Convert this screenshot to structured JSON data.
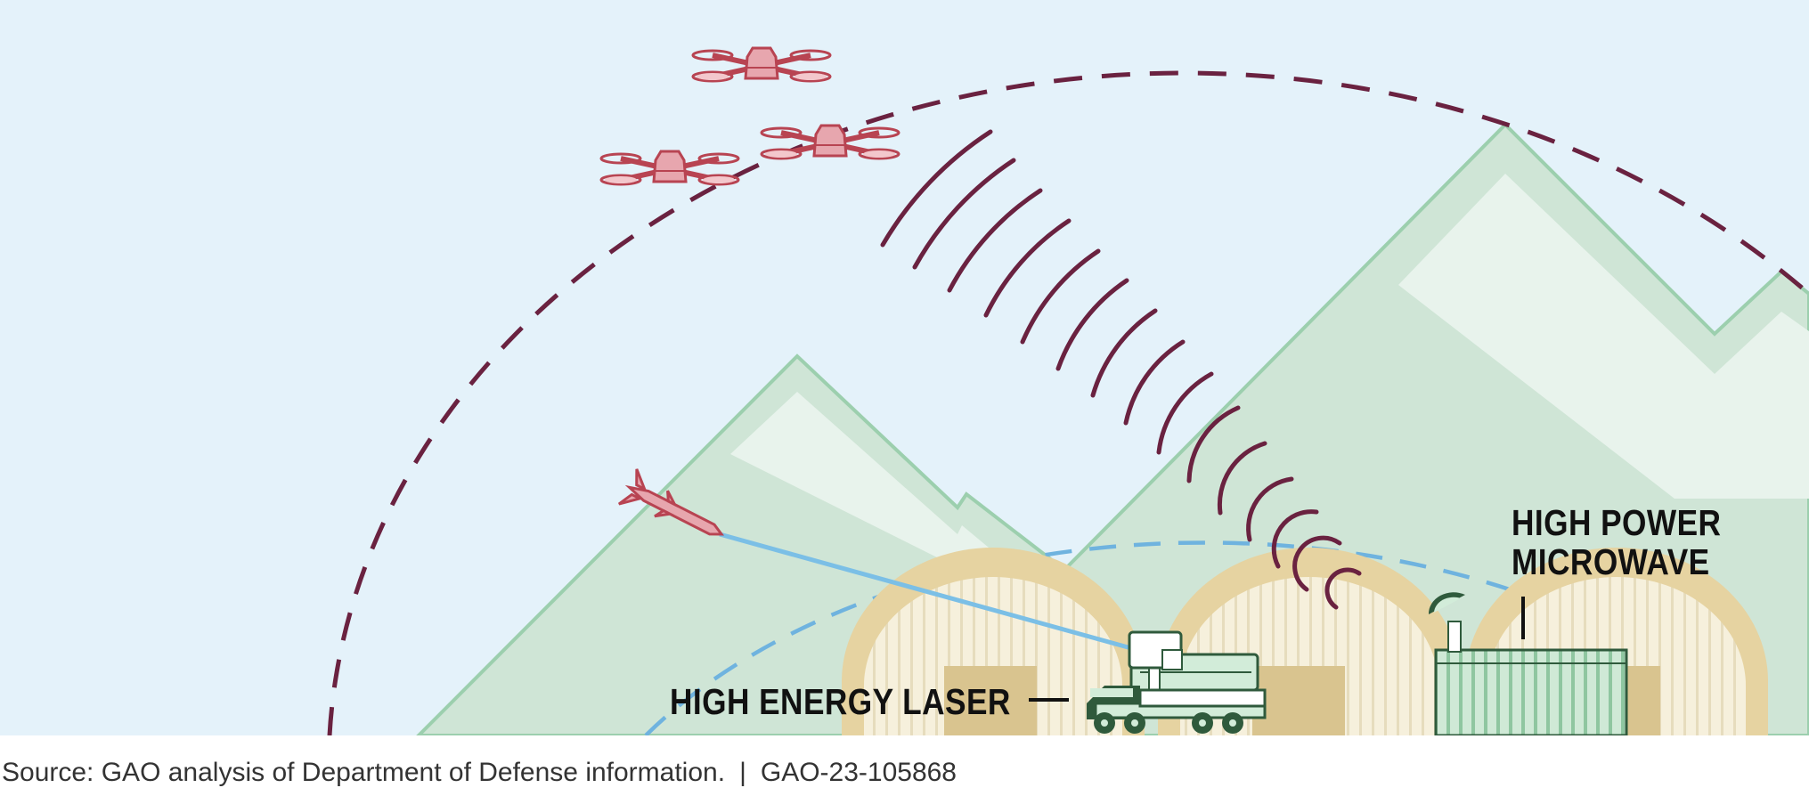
{
  "labels": {
    "high_energy_laser": "HIGH ENERGY LASER",
    "high_power_microwave_line1": "HIGH POWER",
    "high_power_microwave_line2": "MICROWAVE"
  },
  "footer": {
    "source": "Source: GAO analysis of Department of Defense information.",
    "separator": "|",
    "report_id": "GAO-23-105868"
  },
  "icons": [
    "drone-icon",
    "missile-icon",
    "laser-truck-icon",
    "microwave-dish-icon",
    "microwave-container-icon",
    "hangar-icon",
    "mountain-icon"
  ],
  "colors": {
    "sky": "#e4f2fa",
    "mountain": "#cfe5d6",
    "mountain_stroke": "#9ccfae",
    "snow": "#e8f3ec",
    "hangar_arch": "#e6d3a1",
    "hangar_door": "#d9c48f",
    "drone": "#c24a55",
    "microwave_wave": "#6a2240",
    "outer_range_dash": "#6a2240",
    "inner_range_dash": "#6fb3df",
    "laser_beam": "#7bbfe6",
    "vehicle_green": "#d2ecd9",
    "vehicle_outline": "#2f5a3c"
  }
}
